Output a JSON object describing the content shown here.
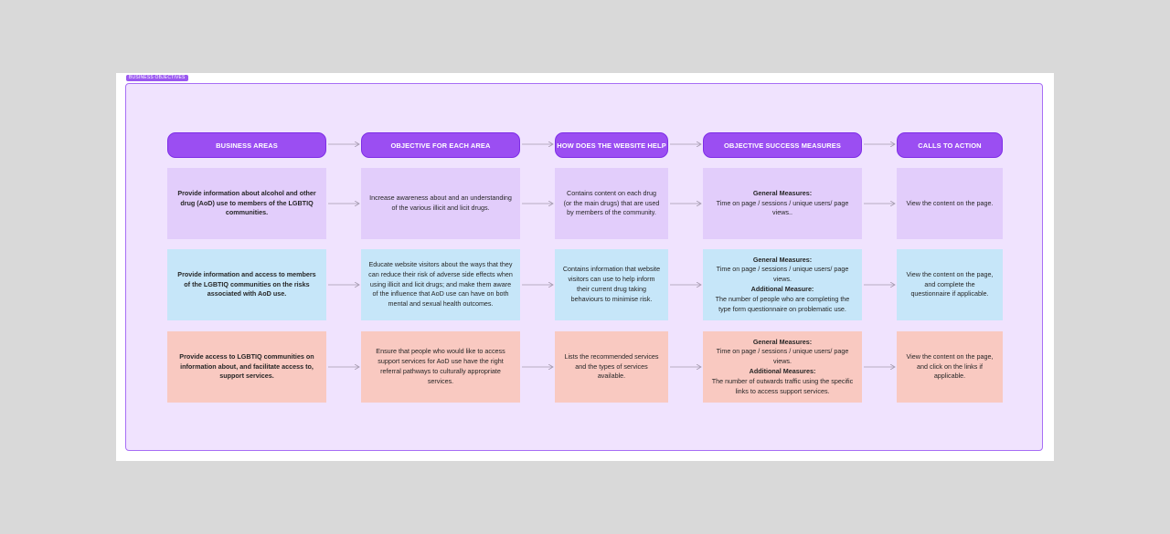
{
  "frame": {
    "label": "BUSINESS OBJECTIVES"
  },
  "colors": {
    "header": "#9b4ef2",
    "row_purple": "#e2cdfb",
    "row_blue": "#c6e6f9",
    "row_salmon": "#f9c9c1",
    "frame_bg": "#f0e3fe"
  },
  "headers": [
    "BUSINESS AREAS",
    "OBJECTIVE FOR EACH AREA",
    "HOW DOES THE WEBSITE HELP",
    "OBJECTIVE SUCCESS MEASURES",
    "CALLS TO ACTION"
  ],
  "rows": [
    {
      "area": "Provide information about alcohol and other drug (AoD) use to members of the LGBTIQ communities.",
      "objective": "Increase awareness about and an understanding of the various illicit and licit drugs.",
      "help": "Contains content on each drug (or the main drugs) that are used by members of the community.",
      "measures": {
        "general_title": "General Measures:",
        "general": "Time on page / sessions / unique users/ page views..",
        "additional_title": "",
        "additional": ""
      },
      "cta": "View the content on the page."
    },
    {
      "area": "Provide information and access to members of the LGBTIQ communities on the risks associated with AoD use.",
      "objective": "Educate website visitors about the ways that they can reduce their risk of adverse side effects when using illicit and licit drugs; and make them aware of the influence that AoD use can have on both mental and sexual health outcomes.",
      "help": "Contains information that website visitors can use to help inform their current drug taking behaviours to minimise risk.",
      "measures": {
        "general_title": "General Measures:",
        "general": "Time on page / sessions / unique users/ page views.",
        "additional_title": "Additional Measure:",
        "additional": "The number of people who are completing the type form questionnaire on problematic use."
      },
      "cta": "View the content on the page, and complete the questionnaire if applicable."
    },
    {
      "area": "Provide access to LGBTIQ communities on information about, and facilitate access to, support services.",
      "objective": "Ensure that people who would like to access support services for AoD use have the right referral pathways to culturally appropriate services.",
      "help": "Lists the recommended services and the types of services available.",
      "measures": {
        "general_title": "General Measures:",
        "general": "Time on page / sessions / unique users/ page views.",
        "additional_title": "Additional Measures:",
        "additional": "The number of outwards traffic using the specific links to access support services."
      },
      "cta": "View the content on the page, and click on the links if applicable."
    }
  ]
}
